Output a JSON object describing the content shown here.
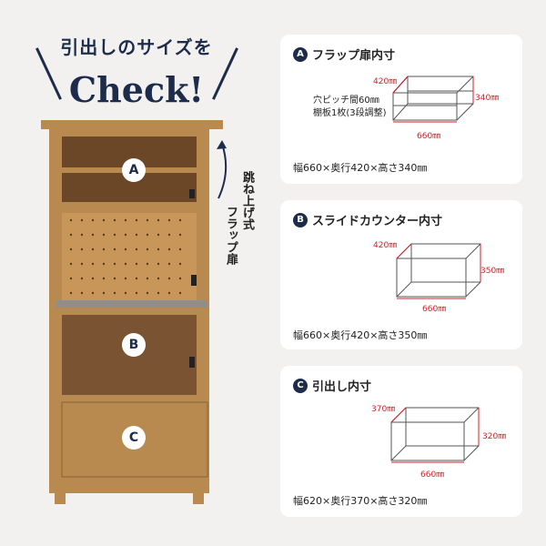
{
  "heading": {
    "line1": "引出しのサイズを",
    "line2": "Check!"
  },
  "cabinet": {
    "label_a": "A",
    "label_b": "B",
    "label_c": "C",
    "flap_label_1": "跳ね上げ式",
    "flap_label_2": "フラップ扉",
    "colors": {
      "wood": "#b98a4f",
      "wood_dark": "#8a6233",
      "interior": "#5a3c22"
    }
  },
  "cards": [
    {
      "badge": "A",
      "title": "フラップ扉内寸",
      "depth": "420㎜",
      "height": "340㎜",
      "width": "660㎜",
      "note1": "穴ピッチ間60㎜",
      "note2": "棚板1枚(3段調整)",
      "size": "幅660×奥行420×高さ340㎜"
    },
    {
      "badge": "B",
      "title": "スライドカウンター内寸",
      "depth": "420㎜",
      "height": "350㎜",
      "width": "660㎜",
      "size": "幅660×奥行420×高さ350㎜"
    },
    {
      "badge": "C",
      "title": "引出し内寸",
      "depth": "370㎜",
      "height": "320㎜",
      "width": "660㎜",
      "size": "幅620×奥行370×高さ320㎜"
    }
  ],
  "accent_color": "#d31f28",
  "badge_color": "#1e2c4c"
}
